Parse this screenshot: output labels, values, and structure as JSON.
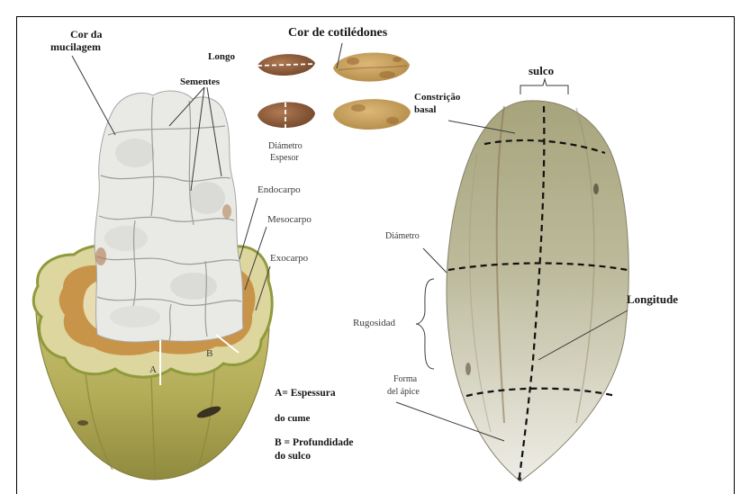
{
  "cotyledons": {
    "title": "Cor de cotilédones",
    "diameter_label": "Diámetro",
    "thickness_label": "Espesor"
  },
  "left_pod": {
    "mucilage_label": [
      "Cor da",
      "mucilagem"
    ],
    "length_label": "Longo",
    "seeds_label": "Sementes",
    "endocarp_label": "Endocarpo",
    "mesocarp_label": "Mesocarpo",
    "exocarp_label": "Exocarpo",
    "marker_a": "A",
    "marker_b": "B",
    "legend": {
      "a": [
        "A= Espessura",
        "do cume"
      ],
      "b": [
        "B = Profundidade",
        "do sulco"
      ]
    }
  },
  "right_pod": {
    "furrow_label": "sulco",
    "basal_constriction_label": [
      "Constrição",
      "basal"
    ],
    "diameter_label": "Diámetro",
    "roughness_label": "Rugosidad",
    "length_label": "Longitude",
    "apex_shape_label": [
      "Forma",
      "del ápice"
    ]
  },
  "colors": {
    "seed": "#e9e9e6",
    "cut_face": "#ddd69e",
    "mesocarp": "#c4883a",
    "endocarp": "#e7ddb0",
    "frame": "#000000"
  }
}
